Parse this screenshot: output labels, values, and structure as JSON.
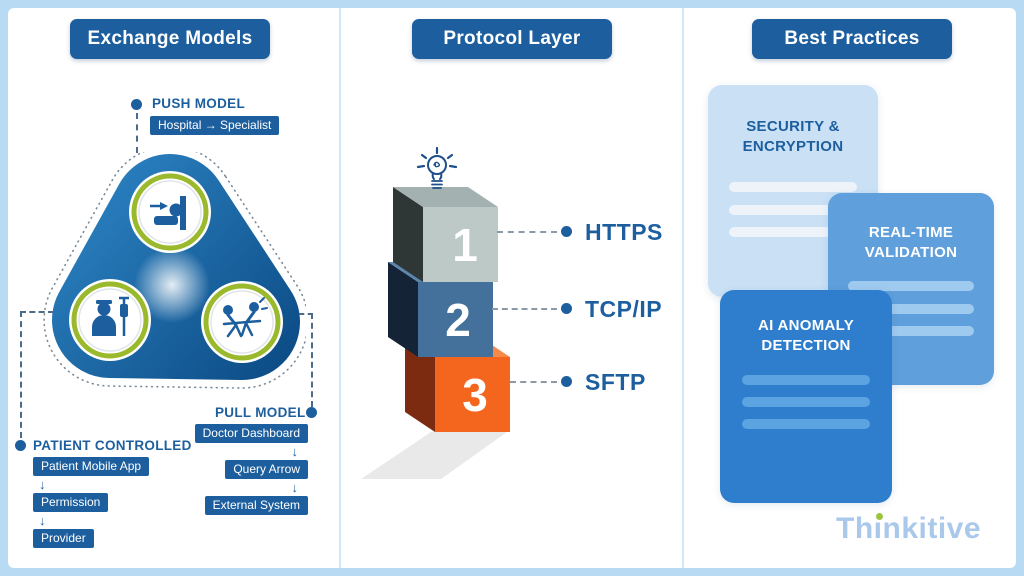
{
  "exchange": {
    "header": "Exchange Models",
    "arrow_char": "↓",
    "push_model": {
      "label": "PUSH MODEL",
      "badge": "Hospital → Specialist"
    },
    "patient_controlled": {
      "label": "PATIENT CONTROLLED",
      "steps": [
        "Patient Mobile App",
        "Permission",
        "Provider"
      ]
    },
    "pull_model": {
      "label": "PULL MODEL",
      "steps": [
        "Doctor Dashboard",
        "Query Arrow",
        "External System"
      ]
    },
    "icons": {
      "top": "push-icon",
      "bottom_left": "patient-icon",
      "bottom_right": "pull-icon"
    }
  },
  "protocol": {
    "header": "Protocol Layer",
    "icon": "lightbulb-icon",
    "layers": [
      {
        "num": "1",
        "label": "HTTPS"
      },
      {
        "num": "2",
        "label": "TCP/IP"
      },
      {
        "num": "3",
        "label": "SFTP"
      }
    ]
  },
  "best_practices": {
    "header": "Best Practices",
    "cards": [
      {
        "title": "SECURITY & ENCRYPTION"
      },
      {
        "title": "REAL-TIME VALIDATION"
      },
      {
        "title": "AI ANOMALY DETECTION"
      }
    ]
  },
  "logo": {
    "text": "Thinkitive"
  },
  "colors": {
    "primary_blue": "#1d5f9e",
    "accent_green": "#9ab92c",
    "blob_blue_light": "#2e86c6",
    "blob_blue_dark": "#0b4a84",
    "cube1_front": "#bcc9c6",
    "cube2_front": "#44719b",
    "cube3_front": "#f4651e",
    "card_light": "#c9e0f5",
    "card_medium": "#5f9fdc",
    "card_dark": "#2e7ecd",
    "frame": "#b9daf3",
    "logo_blue": "#a9c8ea",
    "logo_dot_green": "#9bc53d"
  }
}
